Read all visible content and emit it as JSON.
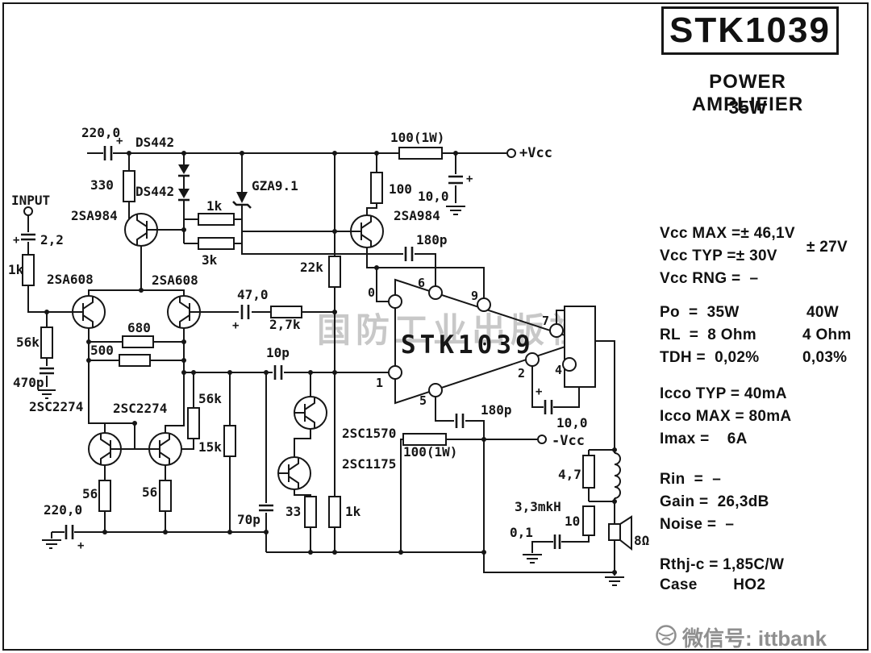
{
  "header": {
    "title": "STK1039",
    "subtitle": "POWER AMPLIFIER",
    "power": "35W"
  },
  "watermark": "国防工业出版社",
  "footer": {
    "wechat": "微信号: ittbank"
  },
  "specs": {
    "vcc_max": "Vcc MAX =± 46,1V",
    "vcc_typ": "Vcc TYP =± 30V",
    "vcc_typ_alt": "± 27V",
    "vcc_rng": "Vcc RNG =  –",
    "po": "Po  =  35W",
    "po_alt": "40W",
    "rl": "RL  =  8 Ohm",
    "rl_alt": "4 Ohm",
    "tdh": "TDH =  0,02%",
    "tdh_alt": "0,03%",
    "icco_typ": "Icco TYP = 40mA",
    "icco_max": "Icco MAX = 80mA",
    "imax": "Imax =    6A",
    "rin": "Rin  =  –",
    "gain": "Gain =  26,3dB",
    "noise": "Noise =  –",
    "rthjc": "Rthj-c = 1,85C/W",
    "case": "Case        HO2"
  },
  "schematic": {
    "labels": {
      "input": "INPUT",
      "c_in_top": "220,0",
      "d1": "DS442",
      "d2": "DS442",
      "r_330": "330",
      "zener": "GZA9.1",
      "q1": "2SA984",
      "r_1k_bias": "1k",
      "r_3k": "3k",
      "q2": "2SA608",
      "q3": "2SA608",
      "c_2_2": "2,2",
      "r_1k_in": "1k",
      "r_56k_in": "56k",
      "c_470p": "470p",
      "r_680": "680",
      "r_500": "500",
      "c_47": "47,0",
      "r_2_7k": "2,7k",
      "r_22k": "22k",
      "r_100": "100",
      "r_100w_top": "100(1W)",
      "vcc_pos": "+Vcc",
      "c_10_top": "10,0",
      "c_180p_top": "180p",
      "q4": "2SA984",
      "c_10p": "10p",
      "q5": "2SC2274",
      "q6": "2SC2274",
      "r_56k_mid": "56k",
      "r_15k": "15k",
      "r_56_a": "56",
      "r_56_b": "56",
      "c_220_bot": "220,0",
      "c_70p": "70p",
      "r_33": "33",
      "r_1k_vas": "1k",
      "q7": "2SC1570",
      "q8": "2SC1175",
      "r_100w_bot": "100(1W)",
      "vcc_neg": "-Vcc",
      "c_180p_bot": "180p",
      "c_10_bot": "10,0",
      "ic": "STK1039",
      "r_4_7": "4,7",
      "l_coil": "3,3mkH",
      "r_10": "10",
      "c_0_1": "0,1",
      "spk": "8Ω",
      "plus": "+"
    },
    "pins": {
      "p0": "0",
      "p1": "1",
      "p2": "2",
      "p4": "4",
      "p5": "5",
      "p6": "6",
      "p7": "7",
      "p9": "9"
    }
  }
}
